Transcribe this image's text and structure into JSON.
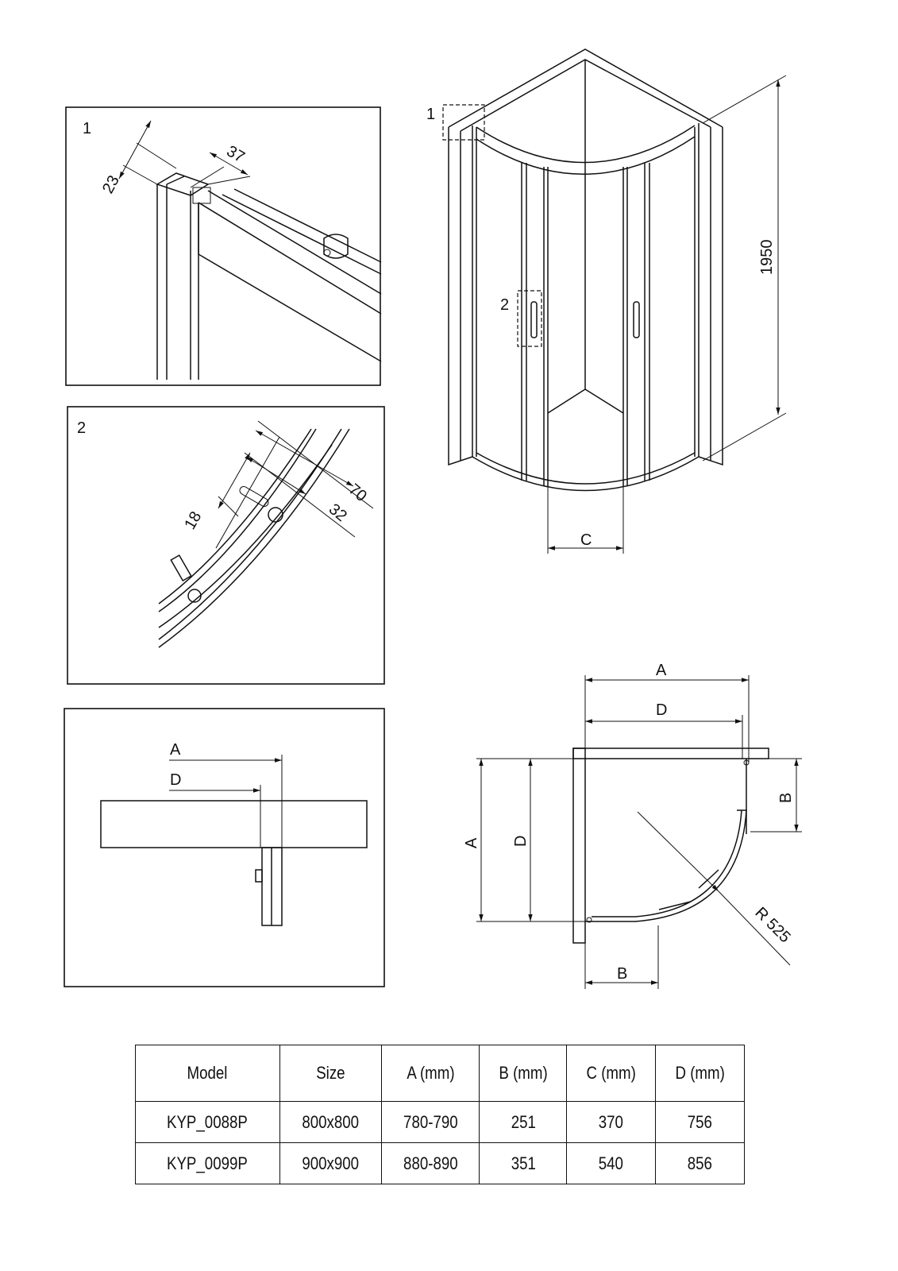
{
  "detail1": {
    "label": "1",
    "dim_width": "37",
    "dim_depth": "23"
  },
  "detail2": {
    "label": "2",
    "dim_outer": "70",
    "dim_inner": "32",
    "dim_handle": "18"
  },
  "detail3": {
    "label_a": "A",
    "label_d": "D"
  },
  "perspective": {
    "callout_1": "1",
    "callout_2": "2",
    "height": "1950",
    "label_c": "C"
  },
  "plan": {
    "label_a_top": "A",
    "label_d_top": "D",
    "label_b_right": "B",
    "label_a_left": "A",
    "label_d_left": "D",
    "radius": "R 525",
    "label_b_bottom": "B"
  },
  "table": {
    "headers": [
      "Model",
      "Size",
      "A (mm)",
      "B (mm)",
      "C (mm)",
      "D (mm)"
    ],
    "rows": [
      [
        "KYP_0088P",
        "800x800",
        "780-790",
        "251",
        "370",
        "756"
      ],
      [
        "KYP_0099P",
        "900x900",
        "880-890",
        "351",
        "540",
        "856"
      ]
    ]
  }
}
